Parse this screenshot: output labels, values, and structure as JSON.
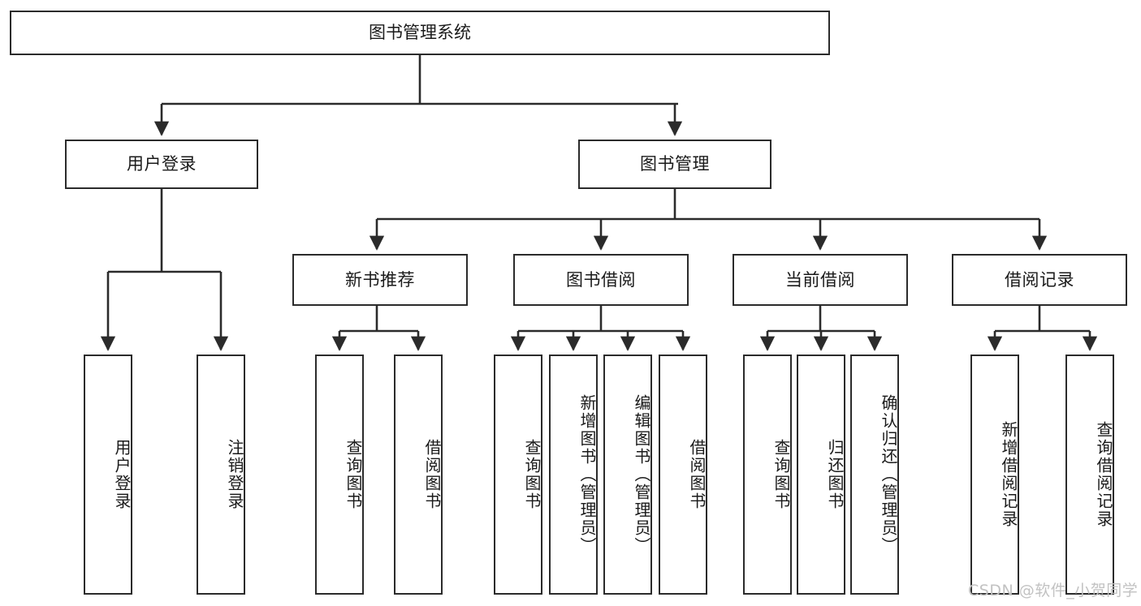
{
  "diagram": {
    "type": "tree",
    "title": "图书管理系统",
    "orientation": "top-down",
    "colors": {
      "box_border": "#2b2b2b",
      "box_fill": "#ffffff",
      "connector": "#2b2b2b",
      "text": "#1a1a1a",
      "watermark": "#c2c2c2",
      "background": "#ffffff"
    }
  },
  "root": {
    "label": "图书管理系统"
  },
  "level2": [
    {
      "label": "用户登录"
    },
    {
      "label": "图书管理"
    }
  ],
  "level3": [
    {
      "label": "新书推荐"
    },
    {
      "label": "图书借阅"
    },
    {
      "label": "当前借阅"
    },
    {
      "label": "借阅记录"
    }
  ],
  "leaves": {
    "user_login": [
      {
        "label": "用户登录"
      },
      {
        "label": "注销登录"
      }
    ],
    "new_book": [
      {
        "label": "查询图书"
      },
      {
        "label": "借阅图书"
      }
    ],
    "book_borrow": [
      {
        "label": "查询图书"
      },
      {
        "label": "新增图书（管理员）"
      },
      {
        "label": "编辑图书（管理员）"
      },
      {
        "label": "借阅图书"
      }
    ],
    "current_borrow": [
      {
        "label": "查询图书"
      },
      {
        "label": "归还图书"
      },
      {
        "label": "确认归还（管理员）"
      }
    ],
    "borrow_record": [
      {
        "label": "新增借阅记录"
      },
      {
        "label": "查询借阅记录"
      }
    ]
  },
  "watermark": {
    "text": "CSDN @软件_小贺同学"
  }
}
